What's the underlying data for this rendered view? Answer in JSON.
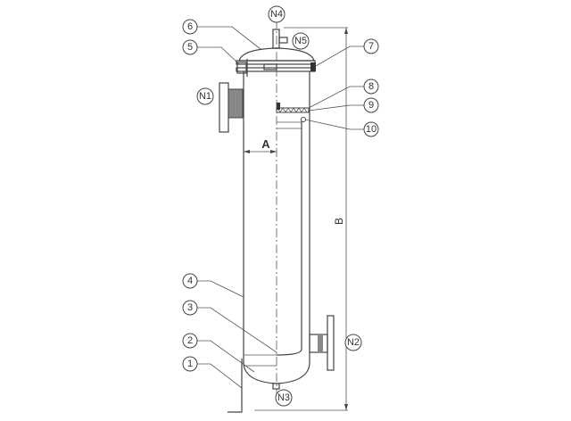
{
  "title": "Bag filter housing assembly drawing",
  "parts": [
    "1",
    "2",
    "3",
    "4",
    "5",
    "6",
    "7",
    "8",
    "9",
    "10"
  ],
  "nozzles": [
    "N1",
    "N2",
    "N3",
    "N4",
    "N5"
  ],
  "dimensions": {
    "width_label": "A",
    "height_label": "B"
  }
}
